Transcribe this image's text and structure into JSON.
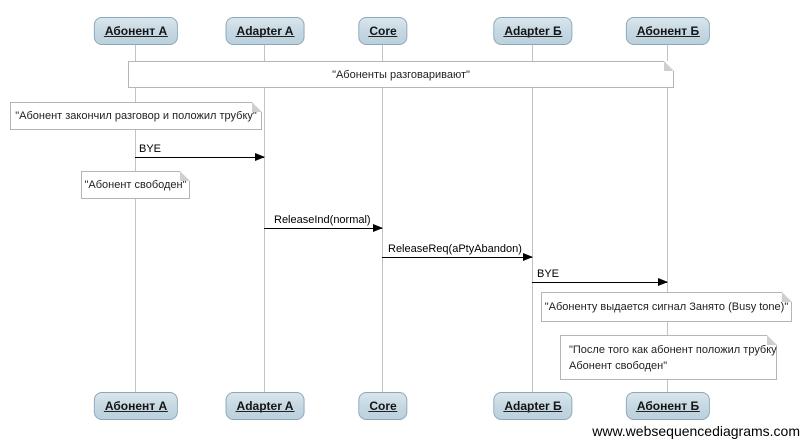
{
  "actors": [
    {
      "name": "Абонент А"
    },
    {
      "name": "Adapter A"
    },
    {
      "name": "Core"
    },
    {
      "name": "Adapter Б"
    },
    {
      "name": "Абонент Б"
    }
  ],
  "notes": {
    "conversation": {
      "text": "\"Абоненты разговаривают\""
    },
    "hangup": {
      "text": "\"Абонент закончил разговор и положил трубку\""
    },
    "free_a": {
      "text": "\"Абонент свободен\""
    },
    "busy_tone": {
      "text": "\"Абоненту выдается сигнал Занято (Busy tone)\""
    },
    "after_hangup": {
      "lines": [
        "\"После того как абонент положил трубку",
        "Абонент свободен\""
      ]
    }
  },
  "messages": [
    {
      "label": "BYE"
    },
    {
      "label": "ReleaseInd(normal)"
    },
    {
      "label": "ReleaseReq(aPtyAbandon)"
    },
    {
      "label": "BYE"
    }
  ],
  "watermark": "www.websequencediagrams.com",
  "colors": {
    "actor_fill_top": "#dae6ec",
    "actor_fill_bottom": "#bcd1dd",
    "actor_border": "#8ba7ba",
    "note_border": "#b5b5b5",
    "note_fold": "#cfcfcf",
    "lifeline": "#c3c3c3",
    "arrow": "#000000"
  }
}
